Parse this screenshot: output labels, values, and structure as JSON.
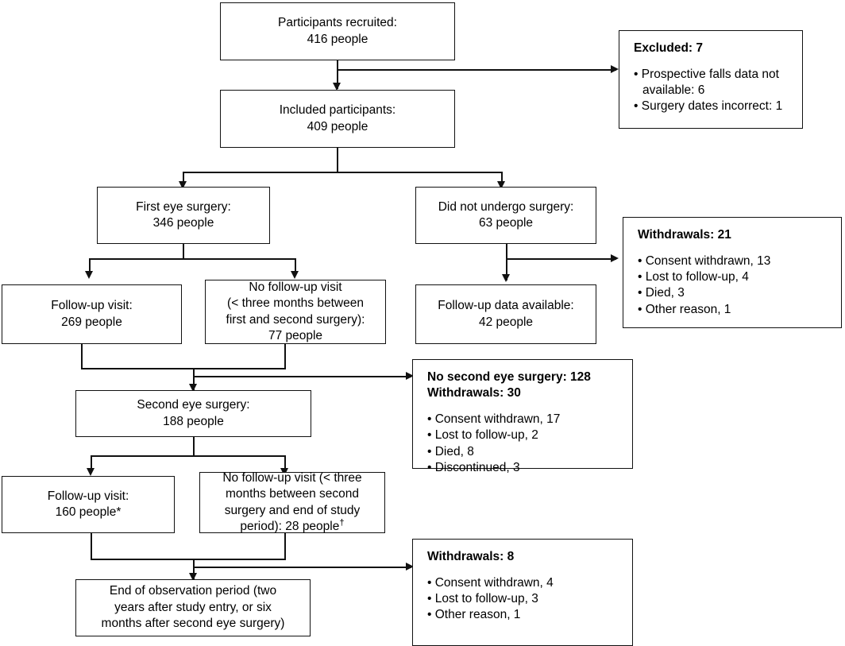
{
  "diagram": {
    "title": "Participant flow diagram",
    "type": "flowchart",
    "stroke_color": "#111111",
    "background_color": "#ffffff"
  },
  "nodes": {
    "recruited": {
      "line1": "Participants recruited:",
      "line2": "416 people"
    },
    "included": {
      "line1": "Included participants:",
      "line2": "409 people"
    },
    "first_eye_surgery": {
      "line1": "First eye surgery:",
      "line2": "346 people"
    },
    "no_surgery": {
      "line1": "Did not undergo surgery:",
      "line2": "63 people"
    },
    "followup_visit_1": {
      "line1": "Follow-up visit:",
      "line2": "269 people"
    },
    "no_followup_1": {
      "line1": "No follow-up visit",
      "line2": "(< three months between",
      "line3": "first and second surgery):",
      "line4": "77 people"
    },
    "followup_data_available": {
      "line1": "Follow-up data available:",
      "line2": "42 people"
    },
    "second_eye_surgery": {
      "line1": "Second eye surgery:",
      "line2": "188 people"
    },
    "followup_visit_2": {
      "line1": "Follow-up visit:",
      "line2": "160 people*"
    },
    "no_followup_2": {
      "line1": "No follow-up visit (< three",
      "line2": "months between second",
      "line3": "surgery and end of study",
      "line4": "period): 28 people",
      "line4_sup": "†"
    },
    "end_observation": {
      "line1": "End of observation period (two",
      "line2": "years after study entry, or six",
      "line3": "months after second eye surgery)"
    }
  },
  "side_boxes": {
    "excluded": {
      "header": "Excluded: 7",
      "items": [
        "Prospective falls data not available: 6",
        "Surgery dates incorrect: 1"
      ]
    },
    "withdrawals_21": {
      "header": "Withdrawals: 21",
      "items": [
        "Consent withdrawn, 13",
        "Lost to follow-up, 4",
        "Died, 3",
        "Other reason, 1"
      ]
    },
    "no_second_surgery": {
      "header": "No second eye surgery: 128",
      "header2": "Withdrawals: 30",
      "items": [
        "Consent withdrawn, 17",
        "Lost to follow-up, 2",
        "Died, 8",
        "Discontinued, 3"
      ]
    },
    "withdrawals_8": {
      "header": "Withdrawals: 8",
      "items": [
        "Consent withdrawn, 4",
        "Lost to follow-up, 3",
        "Other reason, 1"
      ]
    }
  }
}
